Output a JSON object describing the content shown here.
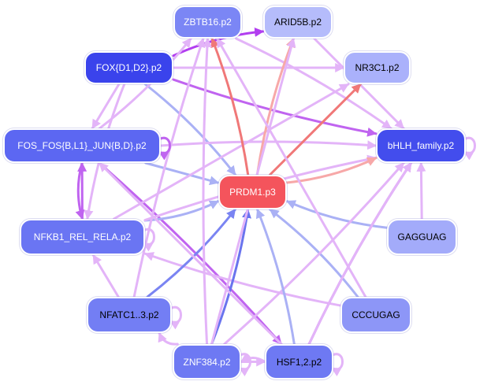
{
  "nodes": [
    {
      "id": "zbtb16",
      "label": "ZBTB16.p2",
      "fill": "#7b86f5",
      "text": "#ffffff"
    },
    {
      "id": "arid5b",
      "label": "ARID5B.p2",
      "fill": "#b5bcfb",
      "text": "#000000"
    },
    {
      "id": "fox",
      "label": "FOX{D1,D2}.p2",
      "fill": "#3a43ec",
      "text": "#ffffff"
    },
    {
      "id": "nr3c1",
      "label": "NR3C1.p2",
      "fill": "#aab1fb",
      "text": "#000000"
    },
    {
      "id": "fos",
      "label": "FOS_FOS{B,L1}_JUN{B,D}.p2",
      "fill": "#5c67f2",
      "text": "#ffffff"
    },
    {
      "id": "bhlh",
      "label": "bHLH_family.p2",
      "fill": "#434ded",
      "text": "#ffffff"
    },
    {
      "id": "prdm1",
      "label": "PRDM1.p3",
      "fill": "#f4545c",
      "text": "#ffffff"
    },
    {
      "id": "nfkb1",
      "label": "NFKB1_REL_RELA.p2",
      "fill": "#6a75f3",
      "text": "#ffffff"
    },
    {
      "id": "gagguag",
      "label": "GAGGUAG",
      "fill": "#a3abfa",
      "text": "#000000"
    },
    {
      "id": "nfatc1",
      "label": "NFATC1..3.p2",
      "fill": "#737ef4",
      "text": "#000000"
    },
    {
      "id": "cccugag",
      "label": "CCCUGAG",
      "fill": "#8d96f7",
      "text": "#000000"
    },
    {
      "id": "znf384",
      "label": "ZNF384.p2",
      "fill": "#6e79f3",
      "text": "#ffffff"
    },
    {
      "id": "hsf12",
      "label": "HSF1,2.p2",
      "fill": "#6e79f3",
      "text": "#000000"
    }
  ],
  "edges": [
    {
      "from": "fox",
      "to": "arid5b",
      "color": "#b23ef0"
    },
    {
      "from": "fox",
      "to": "nr3c1",
      "color": "#e3b4f8"
    },
    {
      "from": "fox",
      "to": "bhlh",
      "color": "#c064f0"
    },
    {
      "from": "fox",
      "to": "prdm1",
      "color": "#aab1f5"
    },
    {
      "from": "fox",
      "to": "fos",
      "color": "#e3b4f8"
    },
    {
      "from": "fox",
      "to": "nfkb1",
      "color": "#e3b4f8"
    },
    {
      "from": "zbtb16",
      "to": "bhlh",
      "color": "#e3b4f8"
    },
    {
      "from": "arid5b",
      "to": "bhlh",
      "color": "#e3b4f8"
    },
    {
      "from": "fos",
      "to": "zbtb16",
      "color": "#e3b4f8"
    },
    {
      "from": "fos",
      "to": "bhlh",
      "color": "#e3b4f8"
    },
    {
      "from": "fos",
      "to": "prdm1",
      "color": "#aab1f5"
    },
    {
      "from": "fos",
      "to": "nfkb1",
      "color": "#c064f0"
    },
    {
      "from": "fos",
      "to": "hsf12",
      "color": "#c064f0"
    },
    {
      "from": "nfkb1",
      "to": "fos",
      "color": "#c064f0"
    },
    {
      "from": "nfkb1",
      "to": "prdm1",
      "color": "#aab1f5"
    },
    {
      "from": "nfkb1",
      "to": "bhlh",
      "color": "#e3b4f8"
    },
    {
      "from": "nfkb1",
      "to": "nr3c1",
      "color": "#e3b4f8"
    },
    {
      "from": "prdm1",
      "to": "zbtb16",
      "color": "#f07878"
    },
    {
      "from": "prdm1",
      "to": "arid5b",
      "color": "#f7a8a8"
    },
    {
      "from": "prdm1",
      "to": "nr3c1",
      "color": "#f07878"
    },
    {
      "from": "prdm1",
      "to": "bhlh",
      "color": "#f7a8a8"
    },
    {
      "from": "gagguag",
      "to": "prdm1",
      "color": "#aab1f5"
    },
    {
      "from": "gagguag",
      "to": "bhlh",
      "color": "#e3b4f8"
    },
    {
      "from": "cccugag",
      "to": "prdm1",
      "color": "#aab1f5"
    },
    {
      "from": "cccugag",
      "to": "nfkb1",
      "color": "#e3b4f8"
    },
    {
      "from": "cccugag",
      "to": "zbtb16",
      "color": "#e3b4f8"
    },
    {
      "from": "nfatc1",
      "to": "prdm1",
      "color": "#7a84f2"
    },
    {
      "from": "nfatc1",
      "to": "zbtb16",
      "color": "#e3b4f8"
    },
    {
      "from": "nfatc1",
      "to": "nfkb1",
      "color": "#e3b4f8"
    },
    {
      "from": "znf384",
      "to": "prdm1",
      "color": "#6a74ee"
    },
    {
      "from": "znf384",
      "to": "zbtb16",
      "color": "#e3b4f8"
    },
    {
      "from": "znf384",
      "to": "arid5b",
      "color": "#e3b4f8"
    },
    {
      "from": "znf384",
      "to": "bhlh",
      "color": "#e3b4f8"
    },
    {
      "from": "znf384",
      "to": "nfatc1",
      "color": "#e3b4f8"
    },
    {
      "from": "znf384",
      "to": "hsf12",
      "color": "#e3b4f8"
    },
    {
      "from": "hsf12",
      "to": "prdm1",
      "color": "#aab1f5"
    },
    {
      "from": "hsf12",
      "to": "bhlh",
      "color": "#c064f0"
    },
    {
      "from": "hsf12",
      "to": "fos",
      "color": "#e3b4f8"
    },
    {
      "from": "hsf12",
      "to": "znf384",
      "color": "#e3b4f8"
    },
    {
      "from": "hsf12",
      "to": "bhlh",
      "color": "#e3b4f8"
    }
  ],
  "self_loops": [
    "fos",
    "bhlh",
    "nfkb1",
    "nfatc1",
    "hsf12",
    "znf384"
  ]
}
